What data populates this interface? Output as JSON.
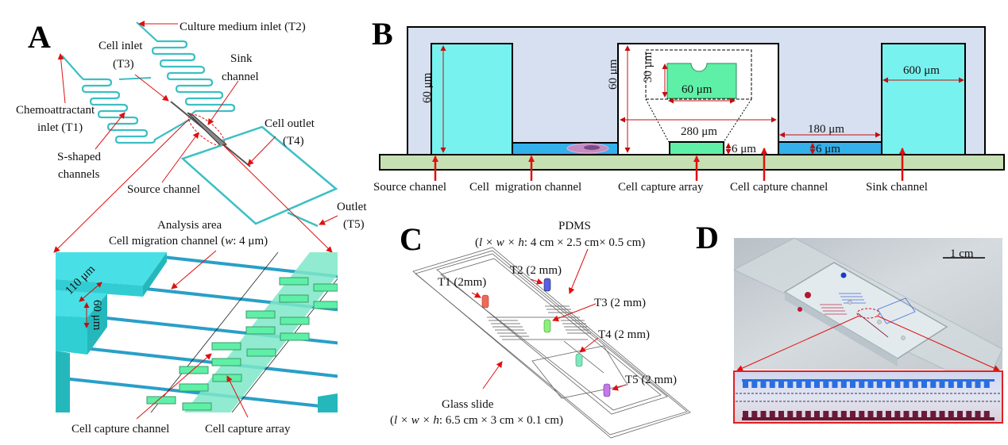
{
  "figure": {
    "panels": {
      "A": {
        "label": "A",
        "labels": {
          "culture_medium_inlet": "Culture medium inlet (T2)",
          "cell_inlet_line1": "Cell inlet",
          "cell_inlet_line2": "(T3)",
          "sink_channel_line1": "Sink",
          "sink_channel_line2": "channel",
          "chemo_line1": "Chemoattractant",
          "chemo_line2": "inlet (T1)",
          "cell_outlet_line1": "Cell outlet",
          "cell_outlet_line2": "(T4)",
          "s_shaped_line1": "S-shaped",
          "s_shaped_line2": "channels",
          "source_channel": "Source channel",
          "outlet_line1": "Outlet",
          "outlet_line2": "(T5)",
          "analysis_area": "Analysis area",
          "migration_channel_prefix": "Cell migration channel (",
          "migration_channel_var": "w",
          "migration_channel_suffix": ": 4 μm)",
          "dim_110": "110 μm",
          "dim_60": "60 μm",
          "cell_capture_channel": "Cell capture channel",
          "cell_capture_array": "Cell capture array"
        }
      },
      "B": {
        "label": "B",
        "dims": {
          "source_height": "60 μm",
          "chamber_height": "60 μm",
          "trap_height": "30 μm",
          "trap_width": "60 μm",
          "chamber_width": "280 μm",
          "array_height": "6 μm",
          "capture_channel_height": "6 μm",
          "gap_width": "180 μm",
          "sink_width": "600 μm"
        },
        "labels": {
          "source_channel": "Source channel",
          "migration_channel": "Cell  migration channel",
          "cell_capture_array": "Cell capture array",
          "cell_capture_channel": "Cell capture channel",
          "sink_channel": "Sink channel"
        }
      },
      "C": {
        "label": "C",
        "labels": {
          "pdms_title": "PDMS",
          "pdms_dims_prefix": "(",
          "pdms_dims_vars": "l × w × h",
          "pdms_dims_suffix": ": 4 cm × 2.5 cm× 0.5 cm)",
          "t1": "T1 (2mm)",
          "t2": "T2 (2 mm)",
          "t3": "T3 (2 mm)",
          "t4": "T4 (2 mm)",
          "t5": "T5 (2 mm)",
          "glass_title": "Glass slide",
          "glass_dims_prefix": "(",
          "glass_dims_vars": "l × w × h",
          "glass_dims_suffix": ": 6.5 cm × 3 cm × 0.1 cm)"
        }
      },
      "D": {
        "label": "D",
        "scale_bar": "1 cm"
      }
    },
    "colors": {
      "channel_cyan": "#3bbfc4",
      "source_fill": "#78f2ee",
      "pdms_fill": "#d6e0f0",
      "glass_fill": "#c6e0b4",
      "migration_fill": "#34b0ea",
      "trap_fill": "#5ef0a6",
      "arrow_red": "#e01010",
      "capture_band": "#7ee8c8"
    }
  }
}
